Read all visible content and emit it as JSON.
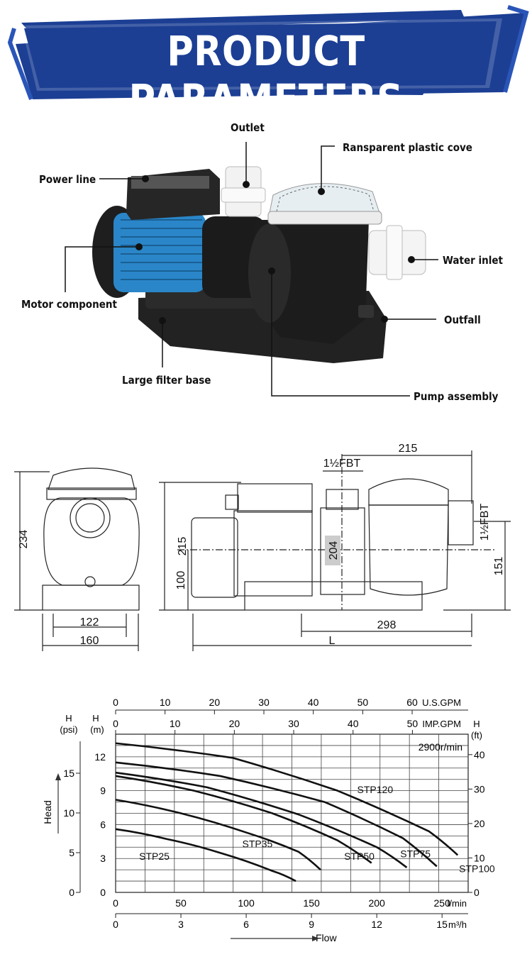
{
  "banner": {
    "title": "PRODUCT PARAMETERS",
    "bg_color": "#1c3f94",
    "accent_color": "#2a55b8"
  },
  "callouts": {
    "outlet": "Outlet",
    "cover": "Ransparent plastic cove",
    "power_line": "Power line",
    "water_inlet": "Water inlet",
    "motor": "Motor component",
    "outfall": "Outfall",
    "base": "Large filter base",
    "pump_assembly": "Pump assembly"
  },
  "drawing": {
    "front": {
      "height": "234",
      "inner_width": "122",
      "width": "160"
    },
    "side": {
      "outlet_size": "1½FBT",
      "top_length": "215",
      "height": "215",
      "axis_height": "100",
      "body_dia": "204",
      "inlet_size": "1½FBT",
      "inlet_height": "151",
      "base_length": "298",
      "overall_length": "L"
    }
  },
  "chart_data": {
    "type": "line",
    "annotation": "2900r/min",
    "x": {
      "label": "l/min",
      "ticks": [
        0,
        50,
        100,
        150,
        200,
        250
      ],
      "range": [
        0,
        270
      ]
    },
    "x_secondary": [
      {
        "label": "m³/h",
        "ticks": [
          "0",
          "3",
          "6",
          "9",
          "12",
          "15"
        ]
      },
      {
        "label": "IMP.GPM",
        "ticks": [
          "0",
          "10",
          "20",
          "30",
          "40",
          "50"
        ]
      },
      {
        "label": "U.S.GPM",
        "ticks": [
          "0",
          "10",
          "20",
          "30",
          "40",
          "50",
          "60"
        ]
      }
    ],
    "y": {
      "label": "H (m)",
      "ticks": [
        "0",
        "3",
        "6",
        "9",
        "12"
      ],
      "range": [
        0,
        14
      ]
    },
    "y_secondary": [
      {
        "label": "H (psi)",
        "ticks": [
          "0",
          "5",
          "10",
          "15"
        ]
      },
      {
        "label": "H (ft)",
        "ticks": [
          "0",
          "10",
          "20",
          "30",
          "40"
        ]
      }
    ],
    "ylabel": "Head",
    "xlabel": "Flow",
    "series": [
      {
        "name": "STP25",
        "points": [
          [
            0,
            5.6
          ],
          [
            40,
            4.7
          ],
          [
            80,
            3.5
          ],
          [
            120,
            1.9
          ],
          [
            138,
            1.0
          ]
        ]
      },
      {
        "name": "STP35",
        "points": [
          [
            0,
            8.2
          ],
          [
            50,
            7.0
          ],
          [
            100,
            5.3
          ],
          [
            140,
            3.6
          ],
          [
            157,
            2.0
          ]
        ]
      },
      {
        "name": "STP50",
        "points": [
          [
            0,
            10.3
          ],
          [
            60,
            9.0
          ],
          [
            120,
            7.0
          ],
          [
            170,
            4.6
          ],
          [
            196,
            2.6
          ]
        ]
      },
      {
        "name": "STP75",
        "points": [
          [
            0,
            10.6
          ],
          [
            70,
            9.3
          ],
          [
            140,
            6.9
          ],
          [
            200,
            4.0
          ],
          [
            223,
            2.2
          ]
        ]
      },
      {
        "name": "STP100",
        "points": [
          [
            0,
            11.5
          ],
          [
            80,
            10.3
          ],
          [
            160,
            8.0
          ],
          [
            220,
            4.8
          ],
          [
            246,
            2.3
          ]
        ]
      },
      {
        "name": "STP120",
        "points": [
          [
            0,
            13.2
          ],
          [
            90,
            11.9
          ],
          [
            170,
            9.0
          ],
          [
            240,
            5.4
          ],
          [
            262,
            3.3
          ]
        ]
      }
    ]
  }
}
